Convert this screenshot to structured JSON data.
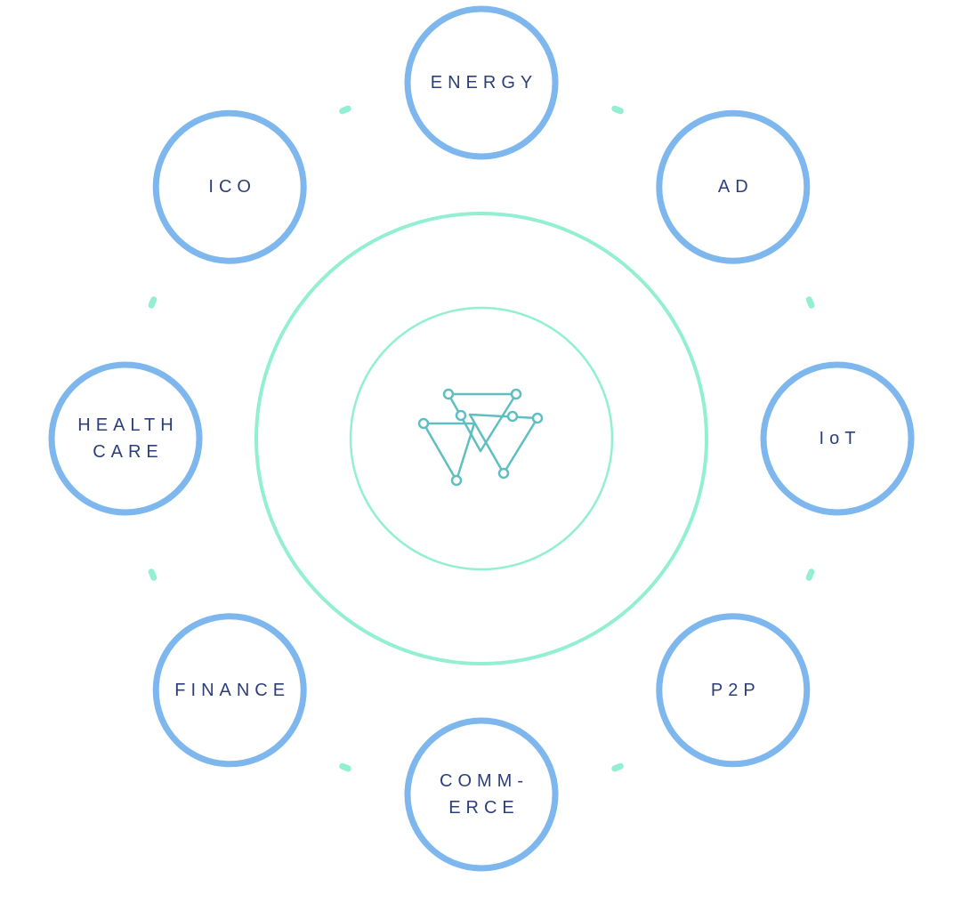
{
  "colors": {
    "node_ring": "#7db7ee",
    "connector": "#92efd2",
    "center_ring": "#92efd2",
    "logo": "#5fbfc0",
    "label": "#2d3f7b",
    "background": "#ffffff"
  },
  "center": {
    "logo_icon": "triangle-network-logo-icon"
  },
  "nodes": [
    {
      "id": "energy",
      "lines": [
        "ENERGY"
      ]
    },
    {
      "id": "ad",
      "lines": [
        "AD"
      ]
    },
    {
      "id": "iot",
      "lines": [
        "IoT"
      ]
    },
    {
      "id": "p2p",
      "lines": [
        "P2P"
      ]
    },
    {
      "id": "commerce",
      "lines": [
        "COMM-",
        "ERCE"
      ]
    },
    {
      "id": "finance",
      "lines": [
        "FINANCE"
      ]
    },
    {
      "id": "health-care",
      "lines": [
        "HEALTH",
        "CARE"
      ]
    },
    {
      "id": "ico",
      "lines": [
        "ICO"
      ]
    }
  ]
}
